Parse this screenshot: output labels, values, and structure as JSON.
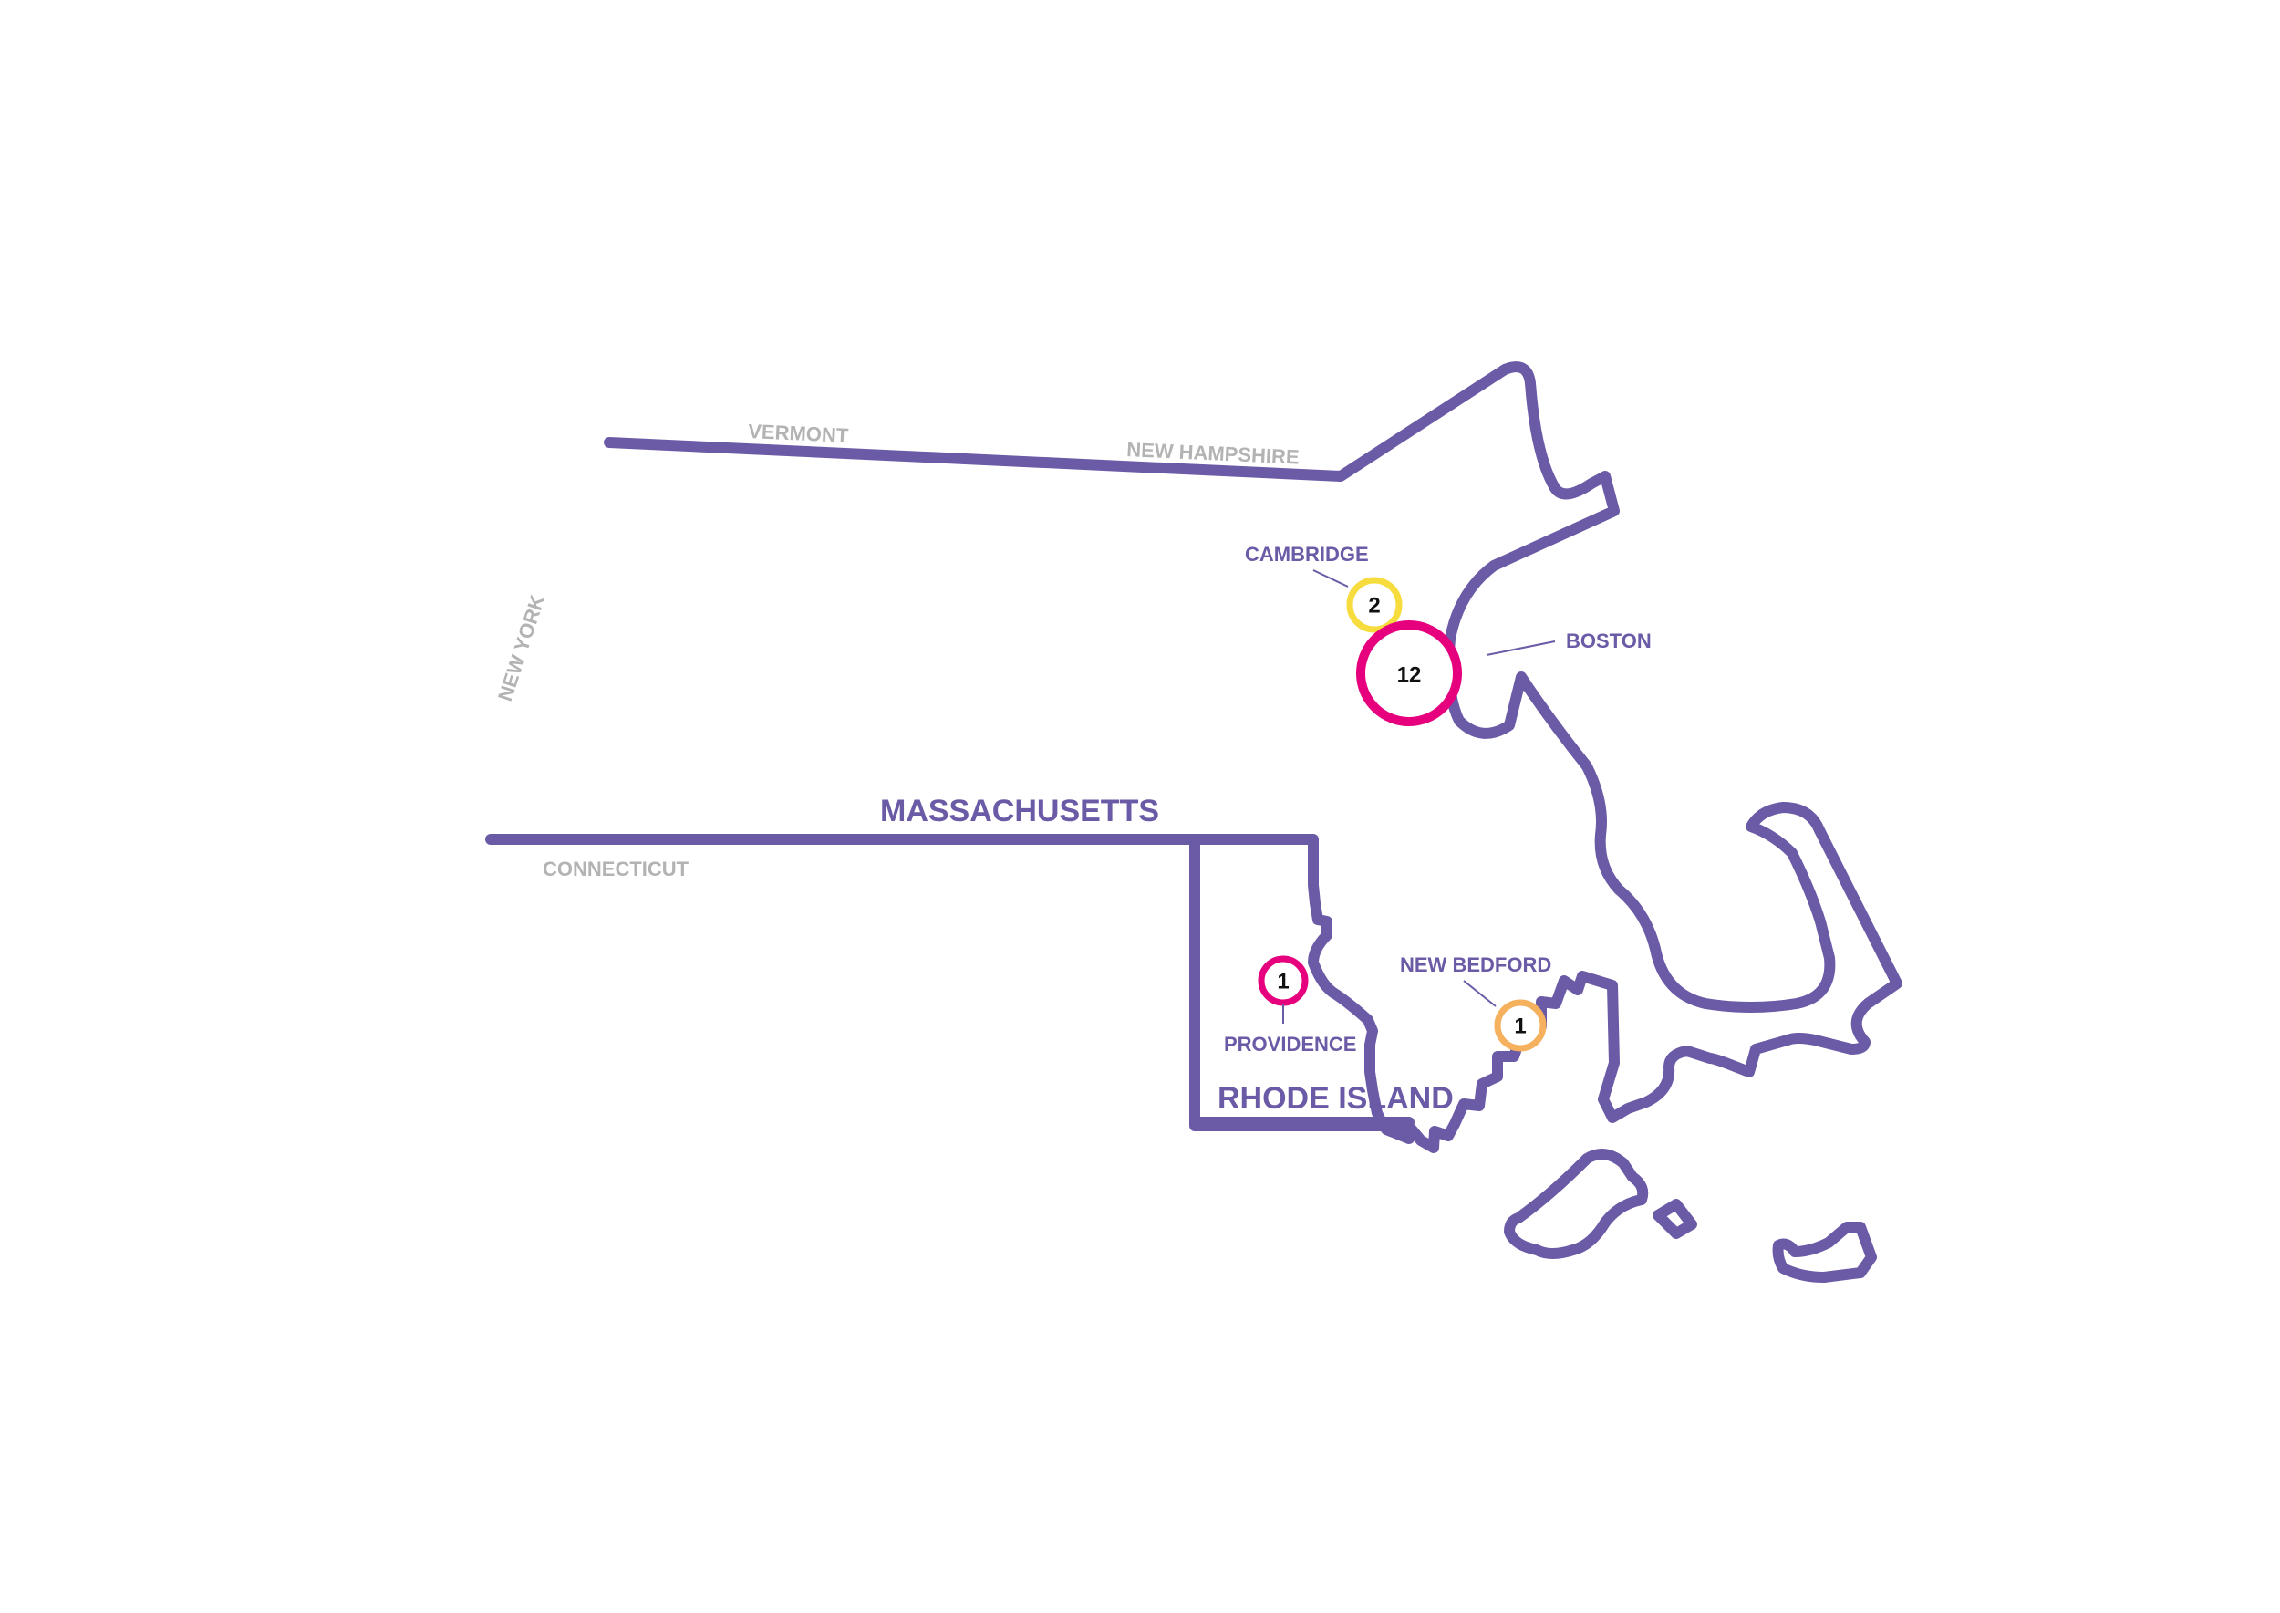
{
  "colors": {
    "outline": "#6b5aa6",
    "neighbor_text": "#b3b3b3",
    "marker_pink": "#e6007e",
    "marker_yellow": "#f6dc3c",
    "marker_orange": "#f5b15e"
  },
  "labels": {
    "vermont": "VERMONT",
    "new_hampshire": "NEW HAMPSHIRE",
    "new_york": "NEW YORK",
    "connecticut": "CONNECTICUT",
    "massachusetts": "MASSACHUSETTS",
    "rhode_island": "RHODE ISLAND"
  },
  "cities": {
    "cambridge": {
      "name": "CAMBRIDGE",
      "count": "2",
      "color": "#f6dc3c"
    },
    "boston": {
      "name": "BOSTON",
      "count": "12",
      "color": "#e6007e"
    },
    "providence": {
      "name": "PROVIDENCE",
      "count": "1",
      "color": "#e6007e"
    },
    "new_bedford": {
      "name": "NEW BEDFORD",
      "count": "1",
      "color": "#f5b15e"
    }
  }
}
